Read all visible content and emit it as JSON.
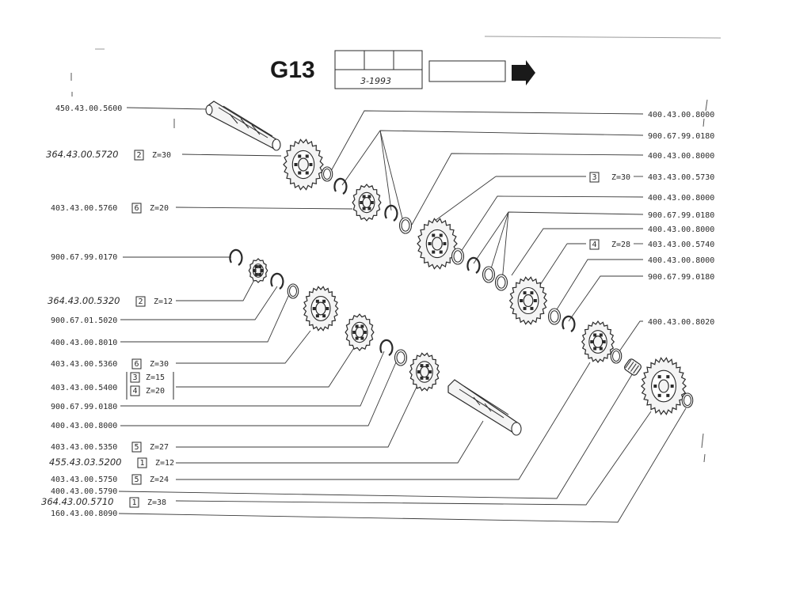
{
  "header": {
    "title": "G13",
    "date": "3-1993"
  },
  "left_labels": [
    {
      "part": "450.43.00.5600",
      "ref": "",
      "z": "",
      "hand": false
    },
    {
      "part": "364.43.00.5720",
      "ref": "2",
      "z": "Z=30",
      "hand": true
    },
    {
      "part": "403.43.00.5760",
      "ref": "6",
      "z": "Z=20",
      "hand": false
    },
    {
      "part": "900.67.99.0170",
      "ref": "",
      "z": "",
      "hand": false
    },
    {
      "part": "364.43.00.5320",
      "ref": "2",
      "z": "Z=12",
      "hand": true
    },
    {
      "part": "900.67.01.5020",
      "ref": "",
      "z": "",
      "hand": false
    },
    {
      "part": "400.43.00.8010",
      "ref": "",
      "z": "",
      "hand": false
    },
    {
      "part": "403.43.00.5360",
      "ref": "6",
      "z": "Z=30",
      "hand": false
    },
    {
      "part": "403.43.00.5400",
      "ref": "",
      "z": "",
      "hand": false
    },
    {
      "part": "900.67.99.0180",
      "ref": "",
      "z": "",
      "hand": false
    },
    {
      "part": "400.43.00.8000",
      "ref": "",
      "z": "",
      "hand": false
    },
    {
      "part": "403.43.00.5350",
      "ref": "5",
      "z": "Z=27",
      "hand": false
    },
    {
      "part": "455.43.03.5200",
      "ref": "1",
      "z": "Z=12",
      "hand": true
    },
    {
      "part": "403.43.00.5750",
      "ref": "5",
      "z": "Z=24",
      "hand": false
    },
    {
      "part": "400.43.00.5790",
      "ref": "",
      "z": "",
      "hand": false
    },
    {
      "part": "364.43.00.5710",
      "ref": "1",
      "z": "Z=38",
      "hand": true
    },
    {
      "part": "160.43.00.8090",
      "ref": "",
      "z": "",
      "hand": false
    }
  ],
  "bracket_labels": [
    {
      "ref": "3",
      "z": "Z=15"
    },
    {
      "ref": "4",
      "z": "Z=20"
    }
  ],
  "right_labels": [
    {
      "part": "400.43.00.8000",
      "ref": "",
      "z": ""
    },
    {
      "part": "900.67.99.0180",
      "ref": "",
      "z": ""
    },
    {
      "part": "400.43.00.8000",
      "ref": "",
      "z": ""
    },
    {
      "part": "403.43.00.5730",
      "ref": "3",
      "z": "Z=30"
    },
    {
      "part": "400.43.00.8000",
      "ref": "",
      "z": ""
    },
    {
      "part": "900.67.99.0180",
      "ref": "",
      "z": ""
    },
    {
      "part": "400.43.00.8000",
      "ref": "",
      "z": ""
    },
    {
      "part": "403.43.00.5740",
      "ref": "4",
      "z": "Z=28"
    },
    {
      "part": "400.43.00.8000",
      "ref": "",
      "z": ""
    },
    {
      "part": "900.67.99.0180",
      "ref": "",
      "z": ""
    },
    {
      "part": "400.43.00.8020",
      "ref": "",
      "z": ""
    }
  ]
}
